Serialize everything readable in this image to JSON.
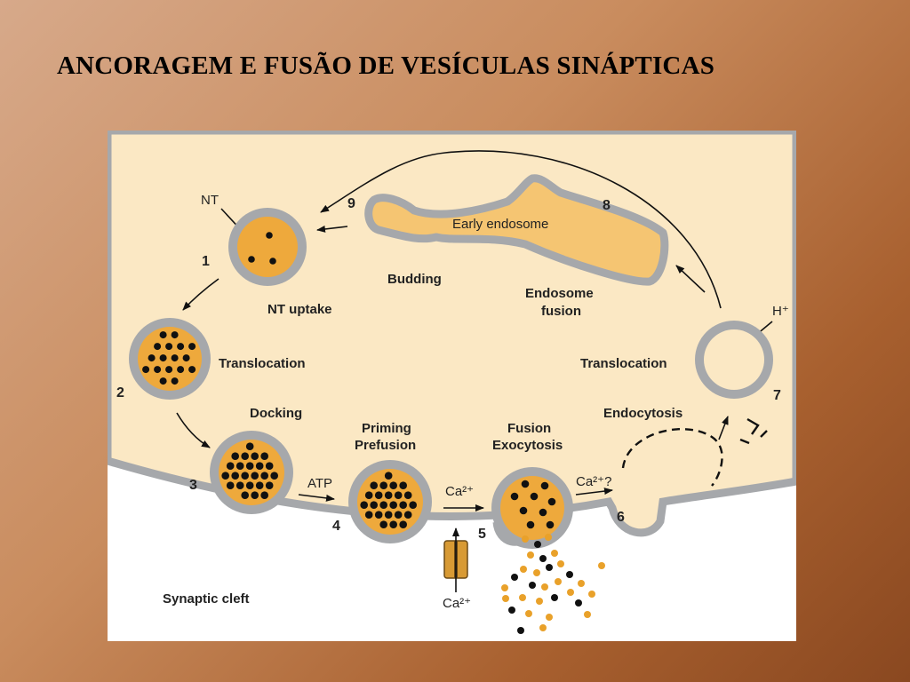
{
  "slide": {
    "title": "ANCORAGEM E FUSÃO DE VESÍCULAS SINÁPTICAS"
  },
  "diagram": {
    "labels": {
      "nt": "NT",
      "nt_uptake": "NT uptake",
      "translocation_left": "Translocation",
      "docking": "Docking",
      "atp": "ATP",
      "priming": "Priming",
      "prefusion": "Prefusion",
      "fusion": "Fusion",
      "exocytosis": "Exocytosis",
      "endocytosis": "Endocytosis",
      "translocation_right": "Translocation",
      "early_endosome": "Early endosome",
      "budding": "Budding",
      "endosome": "Endosome",
      "fusion_endosome": "fusion",
      "synaptic_cleft": "Synaptic cleft",
      "h_plus": "H⁺",
      "ca_channel": "Ca²⁺",
      "ca_below": "Ca²⁺",
      "ca_q": "Ca²⁺?"
    },
    "steps": [
      "1",
      "2",
      "3",
      "4",
      "5",
      "6",
      "7",
      "8",
      "9"
    ],
    "colors": {
      "cytoplasm": "#fbe8c4",
      "membrane": "#a6a8ab",
      "vesicle_fill": "#eea93c",
      "transmitter": "#111111",
      "released": "#e9a12a"
    }
  }
}
